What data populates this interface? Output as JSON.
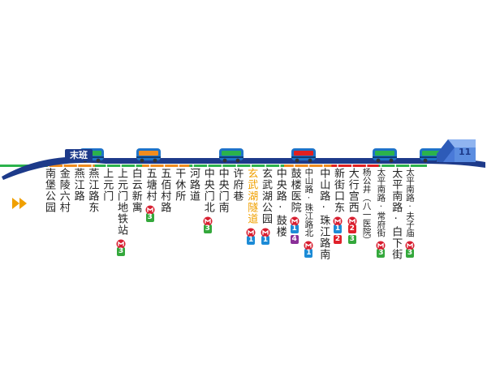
{
  "last_bus_label": "末班",
  "depot_number": "11",
  "colors": {
    "road": "#1d3a8a",
    "track_segments": [
      "#2bb24c",
      "#f08c1e",
      "#2bb24c",
      "#f08c1e",
      "#2bb24c",
      "#2bb24c",
      "#f08c1e",
      "#e02020",
      "#2bb24c"
    ],
    "bus_body": "#1e73c8",
    "current_stop": "#f0a000",
    "metro_icon": "#d81e30",
    "line_colors": {
      "1": "#1c8bd6",
      "2": "#e0202a",
      "3": "#34a83c",
      "4": "#8a2f98"
    }
  },
  "icons": {
    "direction": "double-chevron-right-icon",
    "metro": "metro-logo-icon",
    "bus": "bus-icon",
    "depot": "depot-building-icon"
  },
  "buses": [
    {
      "body_color": "#2bb24c"
    },
    {
      "body_color": "#f08c1e"
    },
    {
      "body_color": "#2bb24c"
    },
    {
      "body_color": "#e02020"
    },
    {
      "body_color": "#2bb24c"
    },
    {
      "body_color": "#2bb24c"
    }
  ],
  "stops": [
    {
      "name": "南堡公园",
      "lines": []
    },
    {
      "name": "金陵六村",
      "lines": []
    },
    {
      "name": "燕江路",
      "lines": []
    },
    {
      "name": "燕江路东",
      "lines": []
    },
    {
      "name": "上元门",
      "lines": []
    },
    {
      "name": "上元门地铁站",
      "lines": [
        "3"
      ]
    },
    {
      "name": "白云新寓",
      "lines": []
    },
    {
      "name": "五塘村",
      "lines": [
        "3"
      ]
    },
    {
      "name": "五佰村路",
      "lines": []
    },
    {
      "name": "干休所",
      "lines": []
    },
    {
      "name": "河路道",
      "lines": []
    },
    {
      "name": "中央门北",
      "lines": [
        "3"
      ]
    },
    {
      "name": "中央门南",
      "lines": []
    },
    {
      "name": "许府巷",
      "lines": []
    },
    {
      "name": "玄武湖隧道",
      "lines": [
        "1"
      ],
      "current": true
    },
    {
      "name": "玄武湖公园",
      "lines": [
        "1"
      ]
    },
    {
      "name": "中央路·鼓楼",
      "lines": []
    },
    {
      "name": "鼓楼医院",
      "lines": [
        "1",
        "4"
      ]
    },
    {
      "name": "中山路·珠江路北",
      "lines": [
        "1"
      ],
      "small": true
    },
    {
      "name": "中山路·珠江路南",
      "lines": []
    },
    {
      "name": "新街口东",
      "lines": [
        "1",
        "2"
      ]
    },
    {
      "name": "大行宫西",
      "lines": [
        "2",
        "3"
      ]
    },
    {
      "name": "杨公井（八一医院）",
      "lines": [],
      "small": true
    },
    {
      "name": "太平南路·常府街",
      "lines": [
        "3"
      ],
      "small": true
    },
    {
      "name": "太平南路·白下街",
      "lines": []
    },
    {
      "name": "太平南路·夫子庙",
      "lines": [
        "3"
      ],
      "small": true
    }
  ]
}
